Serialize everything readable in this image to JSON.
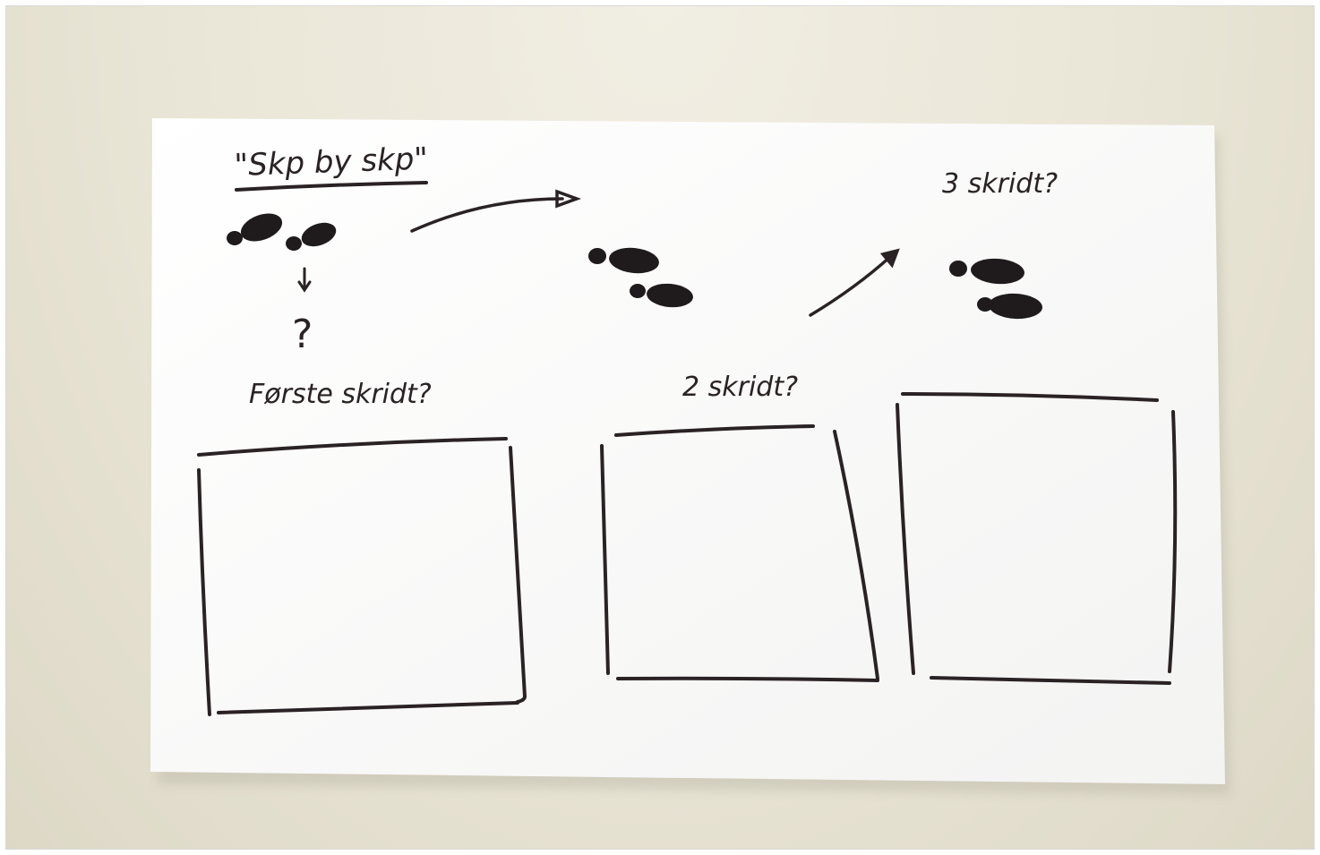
{
  "sheet": {
    "title": "\"Skp by skp\"",
    "steps": [
      {
        "label": "Første skridt?"
      },
      {
        "label": "2 skridt?"
      },
      {
        "label": "3 skridt?"
      }
    ],
    "question_mark": "?"
  },
  "colors": {
    "background": "#e9e5d6",
    "paper": "#fbfbfb",
    "ink": "#2a2224"
  },
  "icons": [
    "footprints-icon",
    "arrow-right-icon",
    "arrow-down-icon",
    "arrow-up-right-icon"
  ]
}
